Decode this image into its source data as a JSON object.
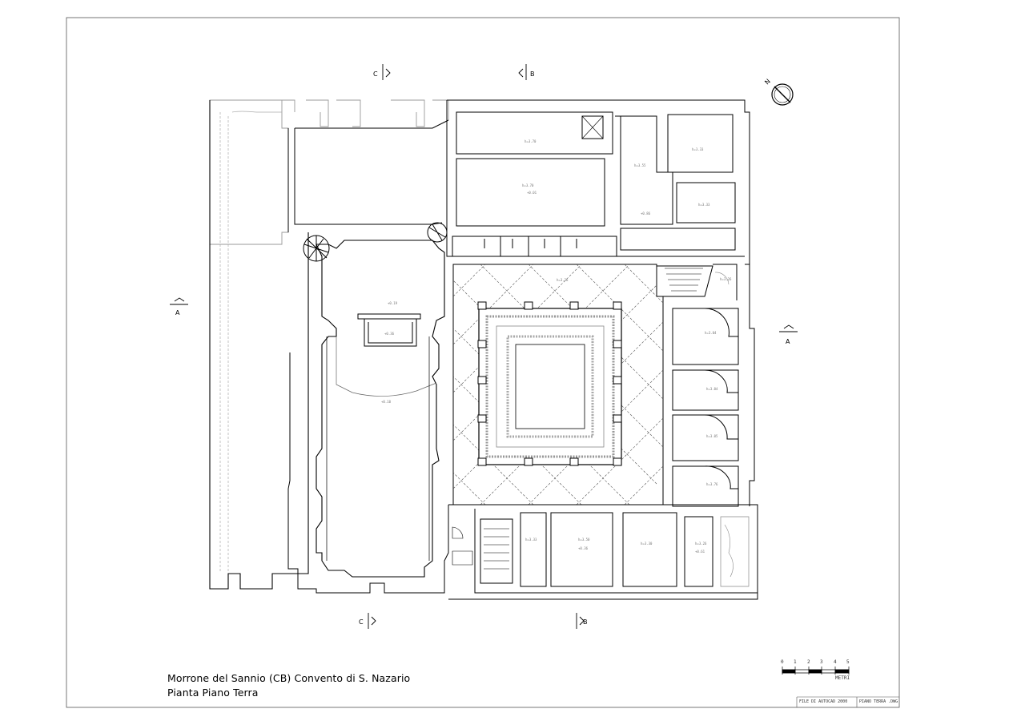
{
  "caption": {
    "line1": "Morrone del Sannio  (CB)  Convento di S. Nazario",
    "line2": "Pianta Piano Terra"
  },
  "title_block": {
    "left": "FILE DI AUTOCAD 2000",
    "right": "PIANO TERRA .DWG"
  },
  "scale_bar": {
    "ticks": [
      "0",
      "1",
      "2",
      "3",
      "4",
      "5"
    ],
    "unit": "METRI"
  },
  "sections": {
    "a_left": "A",
    "a_right": "A",
    "b_top": "B",
    "b_bottom": "B",
    "c_top": "C",
    "c_bottom": "C"
  },
  "north": "N",
  "room_labels": [
    "h=3.70",
    "h=3.70",
    "+0.01",
    "h=3.55",
    "h=3.33",
    "h=3.33",
    "+0.19",
    "+0.36",
    "+0.10",
    "h=3.26",
    "h=3.26",
    "h=3.04",
    "h=3.04",
    "h=3.05",
    "h=3.76",
    "h=3.50",
    "+0.36",
    "h=3.30",
    "h=3.26",
    "+0.61",
    "h=3.33",
    "+0.86"
  ],
  "colors": {
    "ink": "#000000",
    "grey": "#888888",
    "paper": "#ffffff"
  }
}
